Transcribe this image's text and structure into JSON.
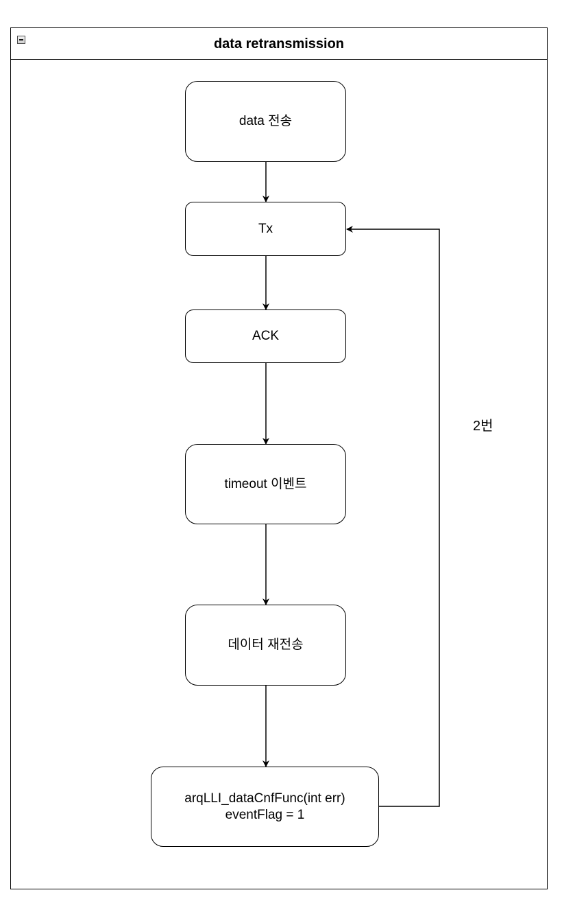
{
  "swimlane": {
    "title": "data retransmission",
    "toggle_icon": "minus-square-icon"
  },
  "nodes": {
    "data_send": "data 전송",
    "tx": "Tx",
    "ack": "ACK",
    "timeout": "timeout 이벤트",
    "resend": "데이터 재전송",
    "callback_line1": "arqLLI_dataCnfFunc(int err)",
    "callback_line2": "eventFlag = 1"
  },
  "edges": {
    "loop_label": "2번"
  },
  "colors": {
    "stroke": "#000000",
    "fill": "#ffffff"
  }
}
